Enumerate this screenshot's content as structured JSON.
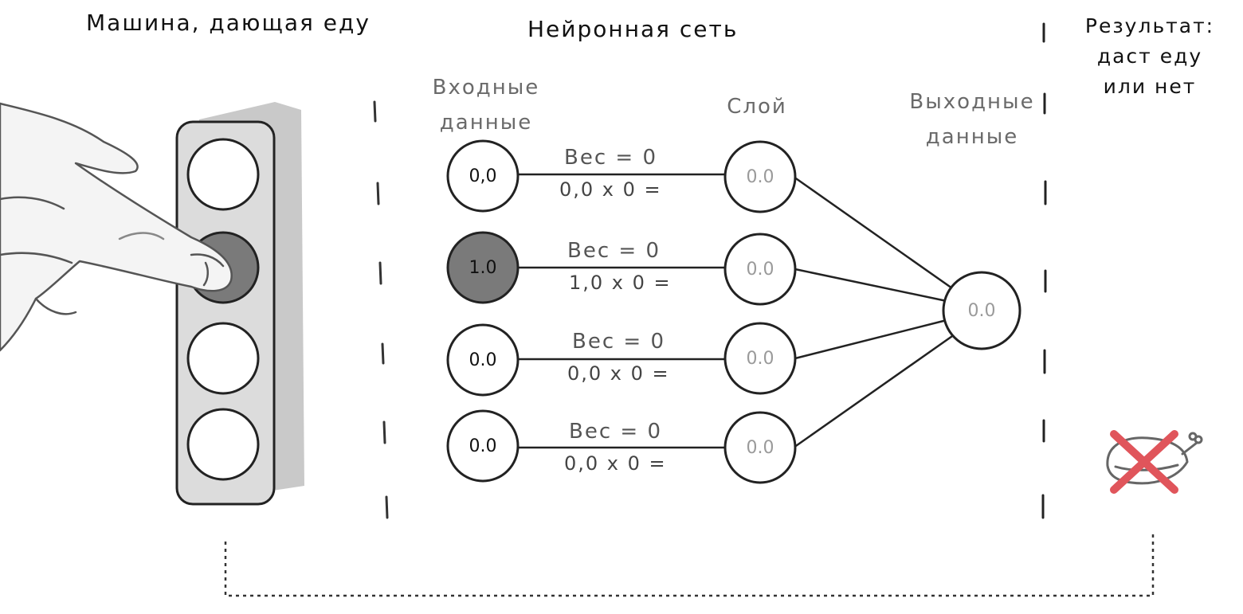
{
  "titles": {
    "machine": "Машина, дающая еду",
    "network": "Нейронная сеть",
    "result_line1": "Результат:",
    "result_line2": "даст еду",
    "result_line3": "или нет"
  },
  "labels": {
    "input_line1": "Входные",
    "input_line2": "данные",
    "layer": "Слой",
    "output_line1": "Выходные",
    "output_line2": "данные"
  },
  "rows": [
    {
      "input": "0,0",
      "weight": "Вес  =  0",
      "calc": "0,0  х  0  =",
      "hidden": "0.0",
      "active": false
    },
    {
      "input": "1.0",
      "weight": "Вес  =  0",
      "calc": "1,0  х  0  =",
      "hidden": "0.0",
      "active": true
    },
    {
      "input": "0.0",
      "weight": "Вес  =  0",
      "calc": "0,0  х  0  =",
      "hidden": "0.0",
      "active": false
    },
    {
      "input": "0.0",
      "weight": "Вес  =  0",
      "calc": "0,0  х  0  =",
      "hidden": "0.0",
      "active": false
    }
  ],
  "output": {
    "value": "0.0"
  },
  "colors": {
    "active_input": "#7a7a7a",
    "panel_fill": "#dcdcdc",
    "panel_shadow": "#bdbdbd",
    "cross": "#e0555b",
    "faint_text": "#9a9a9a"
  },
  "icons": {
    "result": "food-crossed-out-icon",
    "hand": "pointing-hand-icon"
  }
}
